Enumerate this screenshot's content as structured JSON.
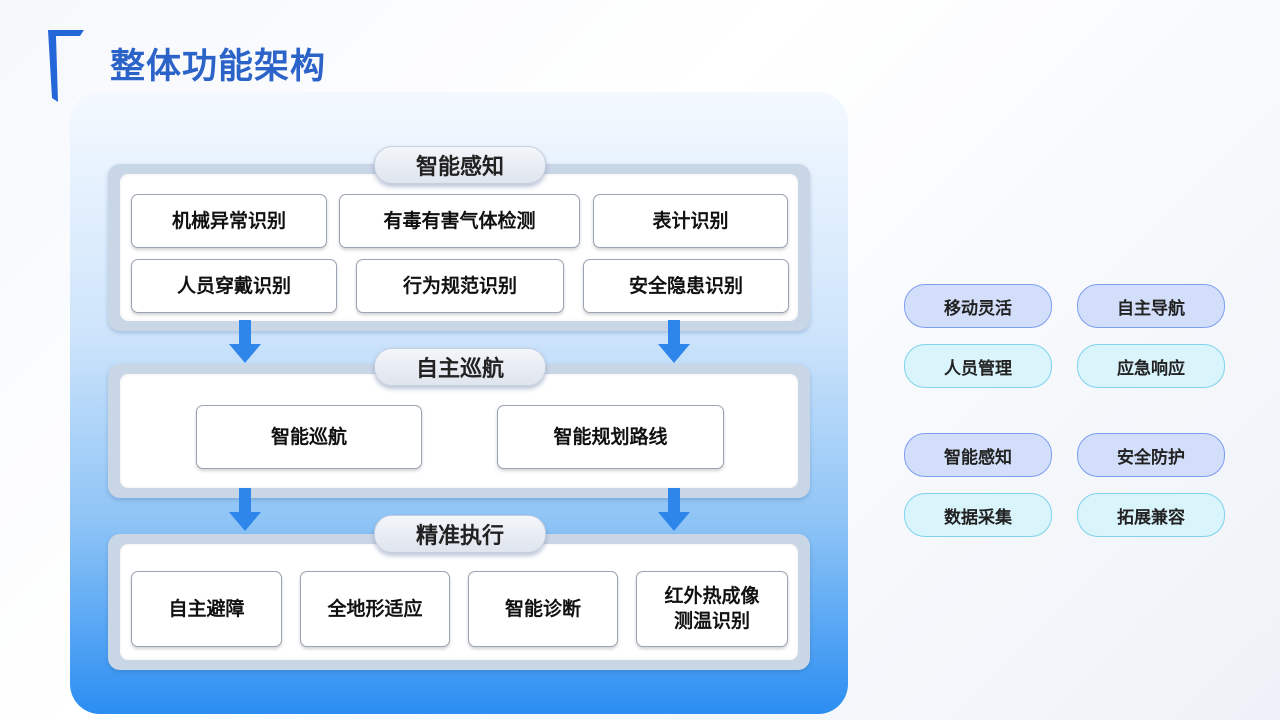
{
  "title": "整体功能架构",
  "sections": {
    "perception": {
      "header": "智能感知",
      "items": [
        "机械异常识别",
        "有毒有害气体检测",
        "表计识别",
        "人员穿戴识别",
        "行为规范识别",
        "安全隐患识别"
      ]
    },
    "navigation": {
      "header": "自主巡航",
      "items": [
        "智能巡航",
        "智能规划路线"
      ]
    },
    "execution": {
      "header": "精准执行",
      "items": [
        "自主避障",
        "全地形适应",
        "智能诊断",
        "红外热成像\n测温识别"
      ]
    }
  },
  "tags": [
    "移动灵活",
    "自主导航",
    "人员管理",
    "应急响应",
    "智能感知",
    "安全防护",
    "数据采集",
    "拓展兼容"
  ],
  "colors": {
    "title": "#2b63c9",
    "arrow": "#2e86ea",
    "tag_blue_fill": "#d3dffa",
    "tag_cyan_fill": "#d9f4fb"
  },
  "icons": [
    "corner-bracket-icon",
    "arrow-down-icon"
  ]
}
